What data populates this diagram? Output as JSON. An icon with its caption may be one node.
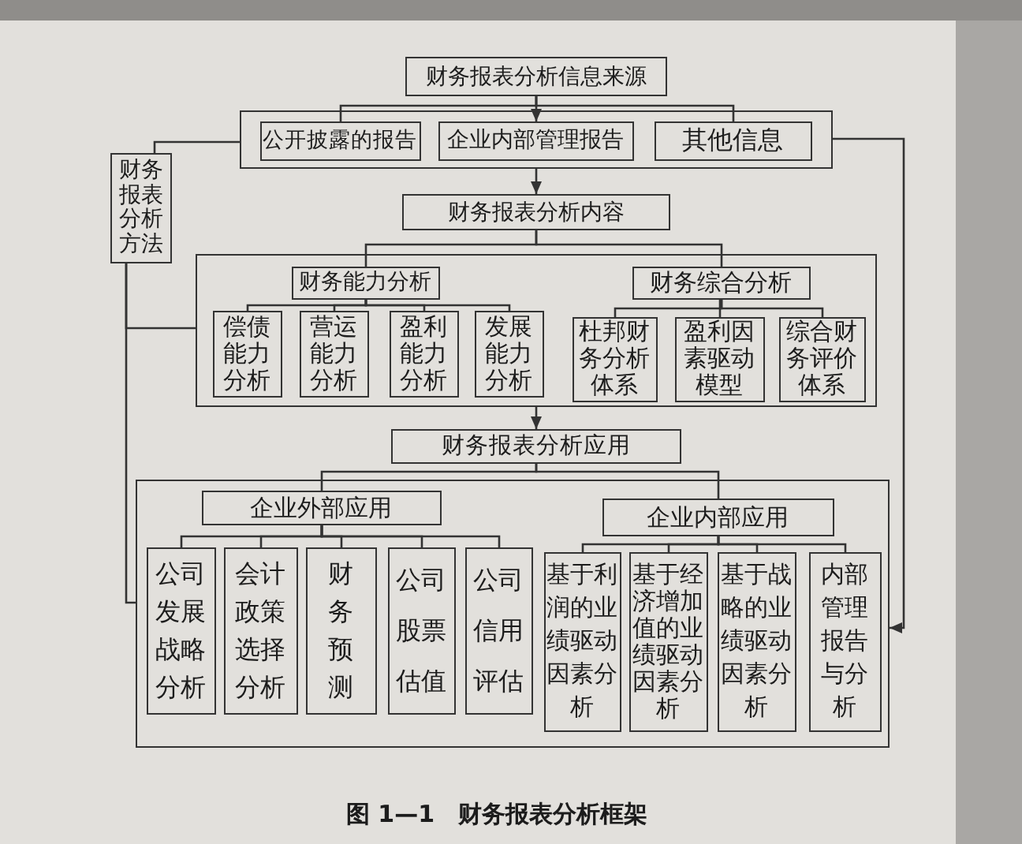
{
  "diagram": {
    "caption": "图 1—1　财务报表分析框架",
    "nodes": [
      {
        "text": [
          "财务报表分析信息来源"
        ]
      },
      {
        "text": [],
        "shape": "box"
      },
      {
        "text": [
          "公开披露的报告"
        ],
        "in": 1
      },
      {
        "text": [
          "企业内部管理报告"
        ],
        "in": 1
      },
      {
        "text": [
          "其他信息"
        ],
        "in": 1
      },
      {
        "text": [
          "财务报表分析方法"
        ]
      },
      {
        "text": [
          "财务报表分析内容"
        ]
      },
      {
        "text": [],
        "shape": "box"
      },
      {
        "text": [
          "财务能力分析"
        ],
        "in": 7
      },
      {
        "text": [
          "财务综合分析"
        ],
        "in": 7
      },
      {
        "text": [
          "偿债能力分析"
        ],
        "in": 7
      },
      {
        "text": [
          "营运能力分析"
        ],
        "in": 7
      },
      {
        "text": [
          "盈利能力分析"
        ],
        "in": 7
      },
      {
        "text": [
          "发展能力分析"
        ],
        "in": 7
      },
      {
        "text": [
          "杜邦财务分析体系"
        ],
        "in": 7
      },
      {
        "text": [
          "盈利因素驱动模型"
        ],
        "in": 7
      },
      {
        "text": [
          "综合财务评价体系"
        ],
        "in": 7
      },
      {
        "text": [
          "财务报表分析应用"
        ]
      },
      {
        "text": [],
        "shape": "box"
      },
      {
        "text": [
          "企业外部应用"
        ],
        "in": 18
      },
      {
        "text": [
          "企业内部应用"
        ],
        "in": 18
      },
      {
        "text": [
          "公司发展战略分析"
        ],
        "in": 18
      },
      {
        "text": [
          "会计政策选择分析"
        ],
        "in": 18
      },
      {
        "text": [
          "财务预测"
        ],
        "in": 18
      },
      {
        "text": [
          "公司股票估值"
        ],
        "in": 18
      },
      {
        "text": [
          "公司信用评估"
        ],
        "in": 18
      },
      {
        "text": [
          "基于利润的业绩驱动因素分析"
        ],
        "in": 18
      },
      {
        "text": [
          "基于经济增加值的业绩驱动因素分析"
        ],
        "in": 18
      },
      {
        "text": [
          "基于战略的业绩驱动因素分析"
        ],
        "in": 18
      },
      {
        "text": [
          "内部管理报告与分析"
        ],
        "in": 18
      }
    ],
    "edges": [
      {
        "from": 0,
        "to": 2,
        "arrow": "none"
      },
      {
        "from": 0,
        "to": 3,
        "arrow": "to"
      },
      {
        "from": 0,
        "to": 4,
        "arrow": "none"
      },
      {
        "from": 1,
        "to": 5,
        "arrow": "none"
      },
      {
        "from": 1,
        "to": 18,
        "arrow": "to"
      },
      {
        "from": 1,
        "to": 6,
        "arrow": "to"
      },
      {
        "from": 5,
        "to": 7,
        "arrow": "none"
      },
      {
        "from": 5,
        "to": 18,
        "arrow": "none"
      },
      {
        "from": 6,
        "to": 8,
        "arrow": "none"
      },
      {
        "from": 6,
        "to": 9,
        "arrow": "none"
      },
      {
        "from": 7,
        "to": 17,
        "arrow": "to"
      },
      {
        "from": 8,
        "to": 10,
        "arrow": "none"
      },
      {
        "from": 8,
        "to": 11,
        "arrow": "none"
      },
      {
        "from": 8,
        "to": 12,
        "arrow": "none"
      },
      {
        "from": 8,
        "to": 13,
        "arrow": "none"
      },
      {
        "from": 9,
        "to": 14,
        "arrow": "none"
      },
      {
        "from": 9,
        "to": 15,
        "arrow": "none"
      },
      {
        "from": 9,
        "to": 16,
        "arrow": "none"
      },
      {
        "from": 17,
        "to": 19,
        "arrow": "none"
      },
      {
        "from": 17,
        "to": 20,
        "arrow": "none"
      },
      {
        "from": 19,
        "to": 21,
        "arrow": "none"
      },
      {
        "from": 19,
        "to": 22,
        "arrow": "none"
      },
      {
        "from": 19,
        "to": 23,
        "arrow": "none"
      },
      {
        "from": 19,
        "to": 24,
        "arrow": "none"
      },
      {
        "from": 19,
        "to": 25,
        "arrow": "none"
      },
      {
        "from": 20,
        "to": 26,
        "arrow": "none"
      },
      {
        "from": 20,
        "to": 27,
        "arrow": "none"
      },
      {
        "from": 20,
        "to": 28,
        "arrow": "none"
      },
      {
        "from": 20,
        "to": 29,
        "arrow": "none"
      }
    ]
  }
}
